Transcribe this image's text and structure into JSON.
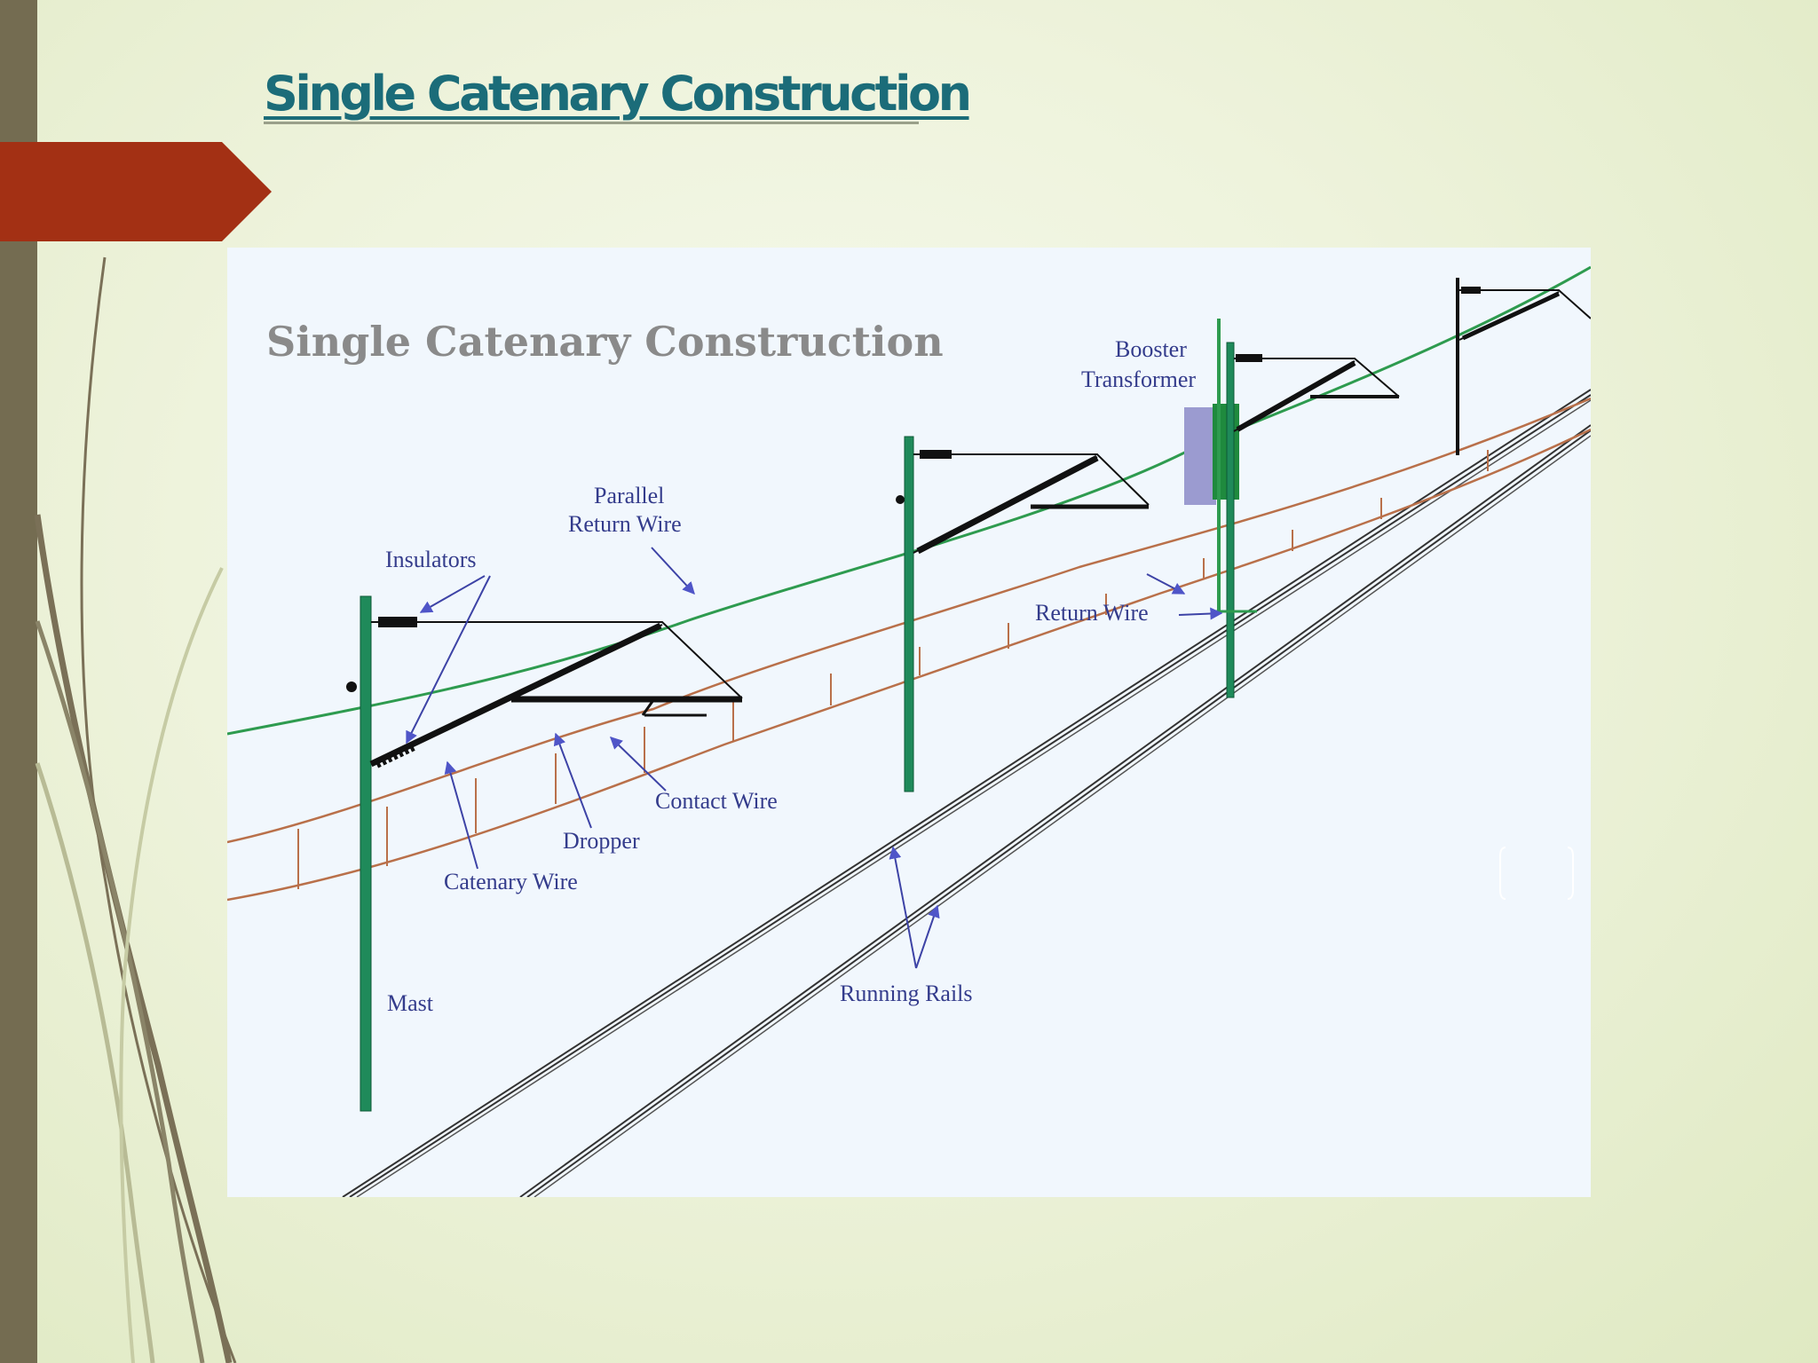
{
  "slide": {
    "title": "Single Catenary Construction",
    "accent_color": "#a33014",
    "title_color": "#1b6c79",
    "sidebar_color": "#746c51"
  },
  "figure": {
    "heading": "Single Catenary Construction",
    "labels": {
      "booster_transformer": [
        "Booster",
        "Transformer"
      ],
      "parallel_return_wire": [
        "Parallel",
        "Return Wire"
      ],
      "insulators": "Insulators",
      "return_wire": "Return Wire",
      "contact_wire": "Contact Wire",
      "dropper": "Dropper",
      "catenary_wire": "Catenary Wire",
      "mast": "Mast",
      "running_rails": "Running Rails"
    },
    "colors": {
      "mast": "#1f8a5a",
      "return_wire": "#2e9b4f",
      "catenary": "#b9704a",
      "labels": "#343c8c",
      "arrows": "#4f55c8"
    }
  }
}
